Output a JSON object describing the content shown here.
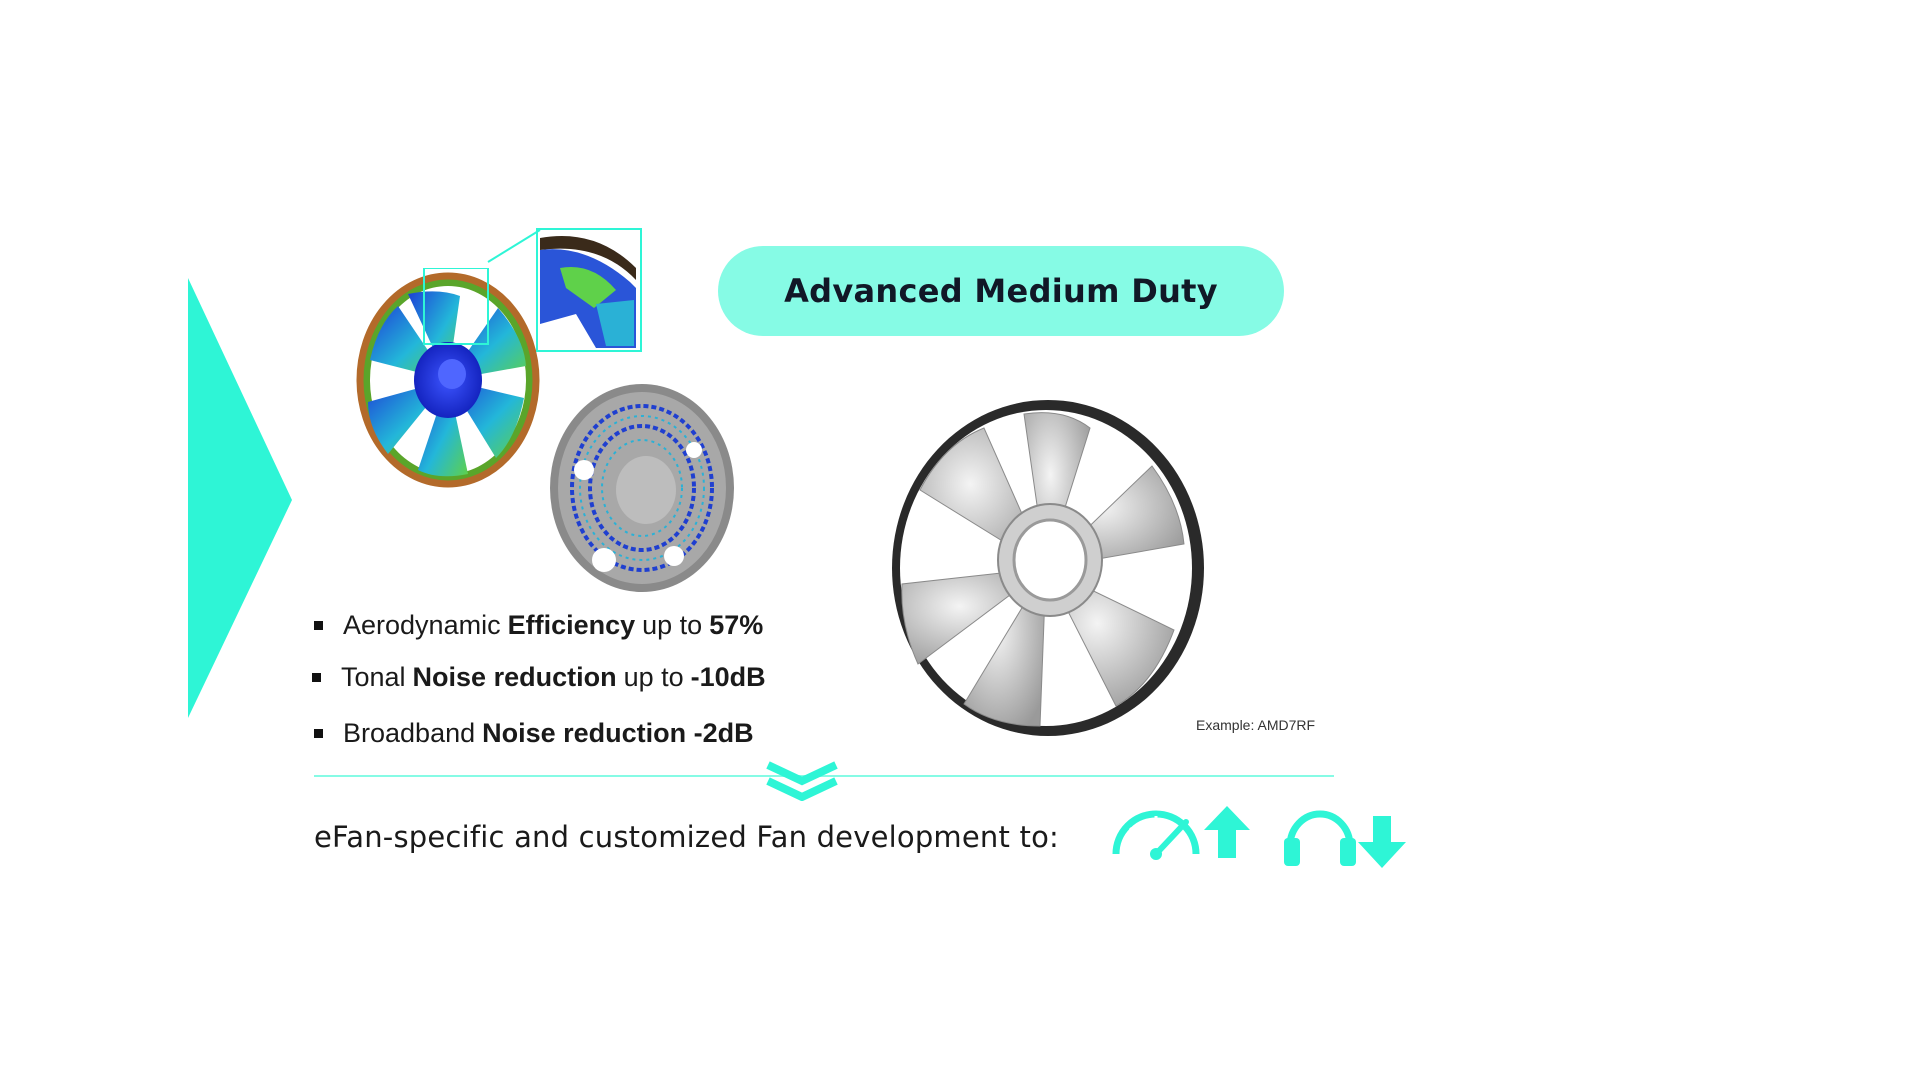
{
  "title": "Advanced Medium Duty",
  "bullets": [
    {
      "prefix": "Aerodynamic",
      "bold": "Efficiency",
      "middle": "up to",
      "value": "57%"
    },
    {
      "prefix": "Tonal",
      "bold": "Noise reduction",
      "middle": "up to ",
      "value": "-10dB"
    },
    {
      "prefix": "Broadband",
      "bold": "Noise reduction -2dB"
    }
  ],
  "example_label": "Example: AMD7RF",
  "bottom_text": "eFan-specific  and customized  Fan development to:",
  "icons": [
    "speedometer-icon",
    "arrow-up-icon",
    "headphones-icon",
    "arrow-down-icon",
    "double-chevron-down-icon",
    "triangle-arrow-right"
  ],
  "colors": {
    "accent": "#2ef5d6",
    "pill": "#86fbe5",
    "divider": "#86fbe5",
    "title_text": "#111827"
  }
}
